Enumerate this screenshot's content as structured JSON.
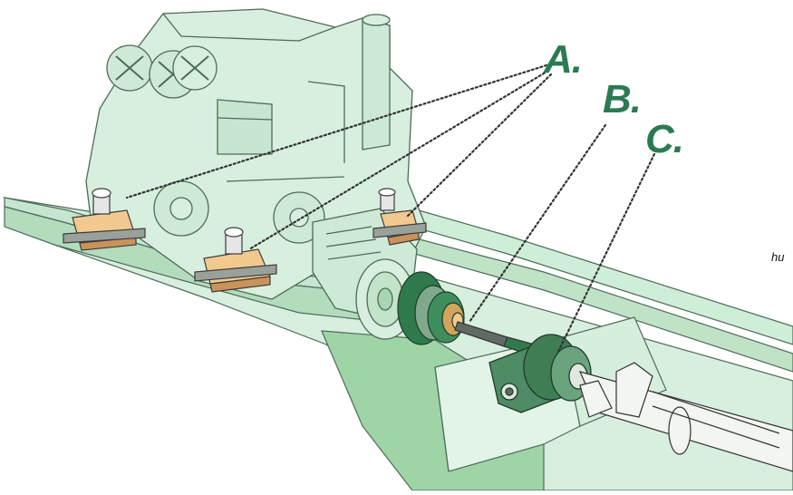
{
  "callouts": {
    "a": "A.",
    "b": "B.",
    "c": "C."
  },
  "side_text": "hu",
  "colors": {
    "engine_fill": "#d8efe0",
    "engine_stroke": "#4d6b58",
    "hull_fill": "#d2ecd8",
    "hull_inner": "#9ed3a6",
    "mount_pad": "#f2c98f",
    "mount_pad_dark": "#c9935a",
    "coupling_green": "#2f7a4c",
    "bearing_green": "#4f8b64",
    "callout_color": "#2c7a52",
    "leader_color": "#333333"
  },
  "icons": [
    "engine-illustration",
    "engine-mount",
    "flexible-coupling",
    "shaft-bearing",
    "propeller-shaft"
  ]
}
